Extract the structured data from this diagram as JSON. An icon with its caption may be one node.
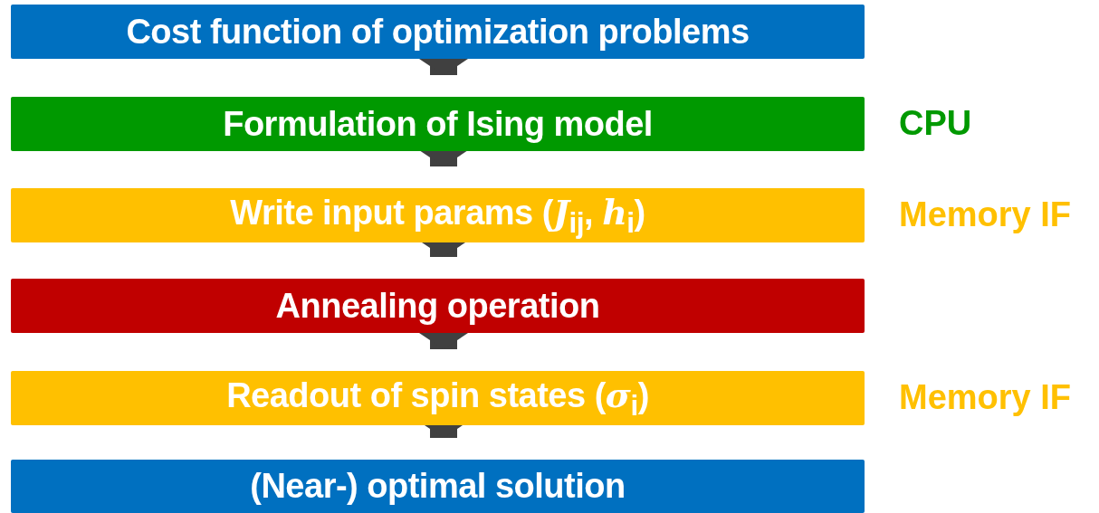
{
  "diagram": {
    "nodes": [
      {
        "text": [
          "Cost function of optimization problems"
        ]
      },
      {
        "text": [
          "Formulation of Ising  model"
        ],
        "beside": [
          "CPU"
        ]
      },
      {
        "text": [
          "Write input params (*J*$_{ij}$, *h*$_{i}$)"
        ],
        "beside": [
          "Memory IF"
        ]
      },
      {
        "text": [
          "Annealing operation"
        ]
      },
      {
        "text": [
          "Readout of spin states (*σ*$_{i}$)"
        ],
        "beside": [
          "Memory IF"
        ]
      },
      {
        "text": [
          "(Near-) optimal solution"
        ]
      }
    ],
    "edges": [
      {
        "from": 0,
        "to": 1,
        "arrow": "to"
      },
      {
        "from": 1,
        "to": 2,
        "arrow": "to"
      },
      {
        "from": 2,
        "to": 3,
        "arrow": "to"
      },
      {
        "from": 3,
        "to": 4,
        "arrow": "to"
      },
      {
        "from": 4,
        "to": 5,
        "arrow": "to"
      }
    ]
  }
}
